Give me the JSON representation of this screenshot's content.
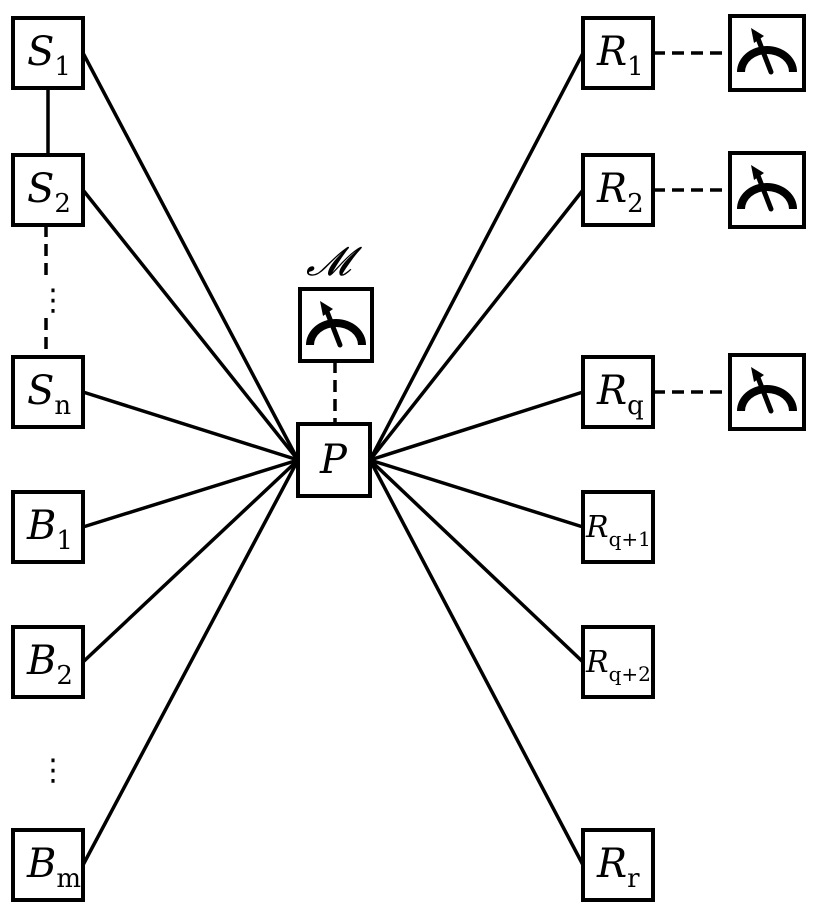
{
  "diagram": {
    "center": {
      "base": "P",
      "sub": ""
    },
    "meter_label": "𝓜",
    "ellipsis": "⋮",
    "left_nodes": [
      {
        "id": "S1",
        "base": "S",
        "sub": "1"
      },
      {
        "id": "S2",
        "base": "S",
        "sub": "2"
      },
      {
        "id": "Sn",
        "base": "S",
        "sub": "n"
      },
      {
        "id": "B1",
        "base": "B",
        "sub": "1"
      },
      {
        "id": "B2",
        "base": "B",
        "sub": "2"
      },
      {
        "id": "Bm",
        "base": "B",
        "sub": "m"
      }
    ],
    "right_nodes": [
      {
        "id": "R1",
        "base": "R",
        "sub": "1",
        "measured": true
      },
      {
        "id": "R2",
        "base": "R",
        "sub": "2",
        "measured": true
      },
      {
        "id": "Rq",
        "base": "R",
        "sub": "q",
        "measured": true
      },
      {
        "id": "Rq1",
        "base": "R",
        "sub": "q+1",
        "measured": false
      },
      {
        "id": "Rq2",
        "base": "R",
        "sub": "q+2",
        "measured": false
      },
      {
        "id": "Rr",
        "base": "R",
        "sub": "r",
        "measured": false
      }
    ],
    "icons": {
      "meter": "measurement-meter-icon"
    }
  }
}
